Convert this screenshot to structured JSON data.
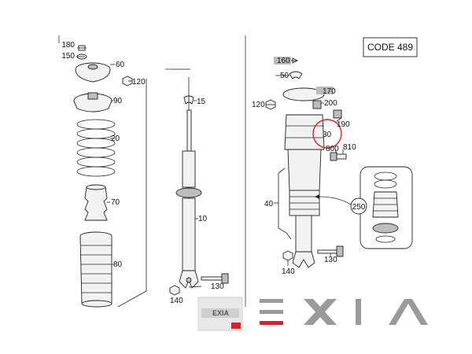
{
  "code_box": {
    "text": "CODE 489"
  },
  "watermark": {
    "small_logo_text": "EXIA",
    "large_logo_text": "EXIA"
  },
  "highlight_color": "#d9222a",
  "callouts": {
    "left": [
      "180",
      "150",
      "60",
      "120",
      "90",
      "20",
      "70",
      "80"
    ],
    "middle": [
      "15",
      "10",
      "140",
      "130"
    ],
    "right": [
      "160",
      "50",
      "170",
      "120",
      "200",
      "190",
      "30",
      "800",
      "810",
      "40",
      "250",
      "140",
      "130"
    ]
  }
}
